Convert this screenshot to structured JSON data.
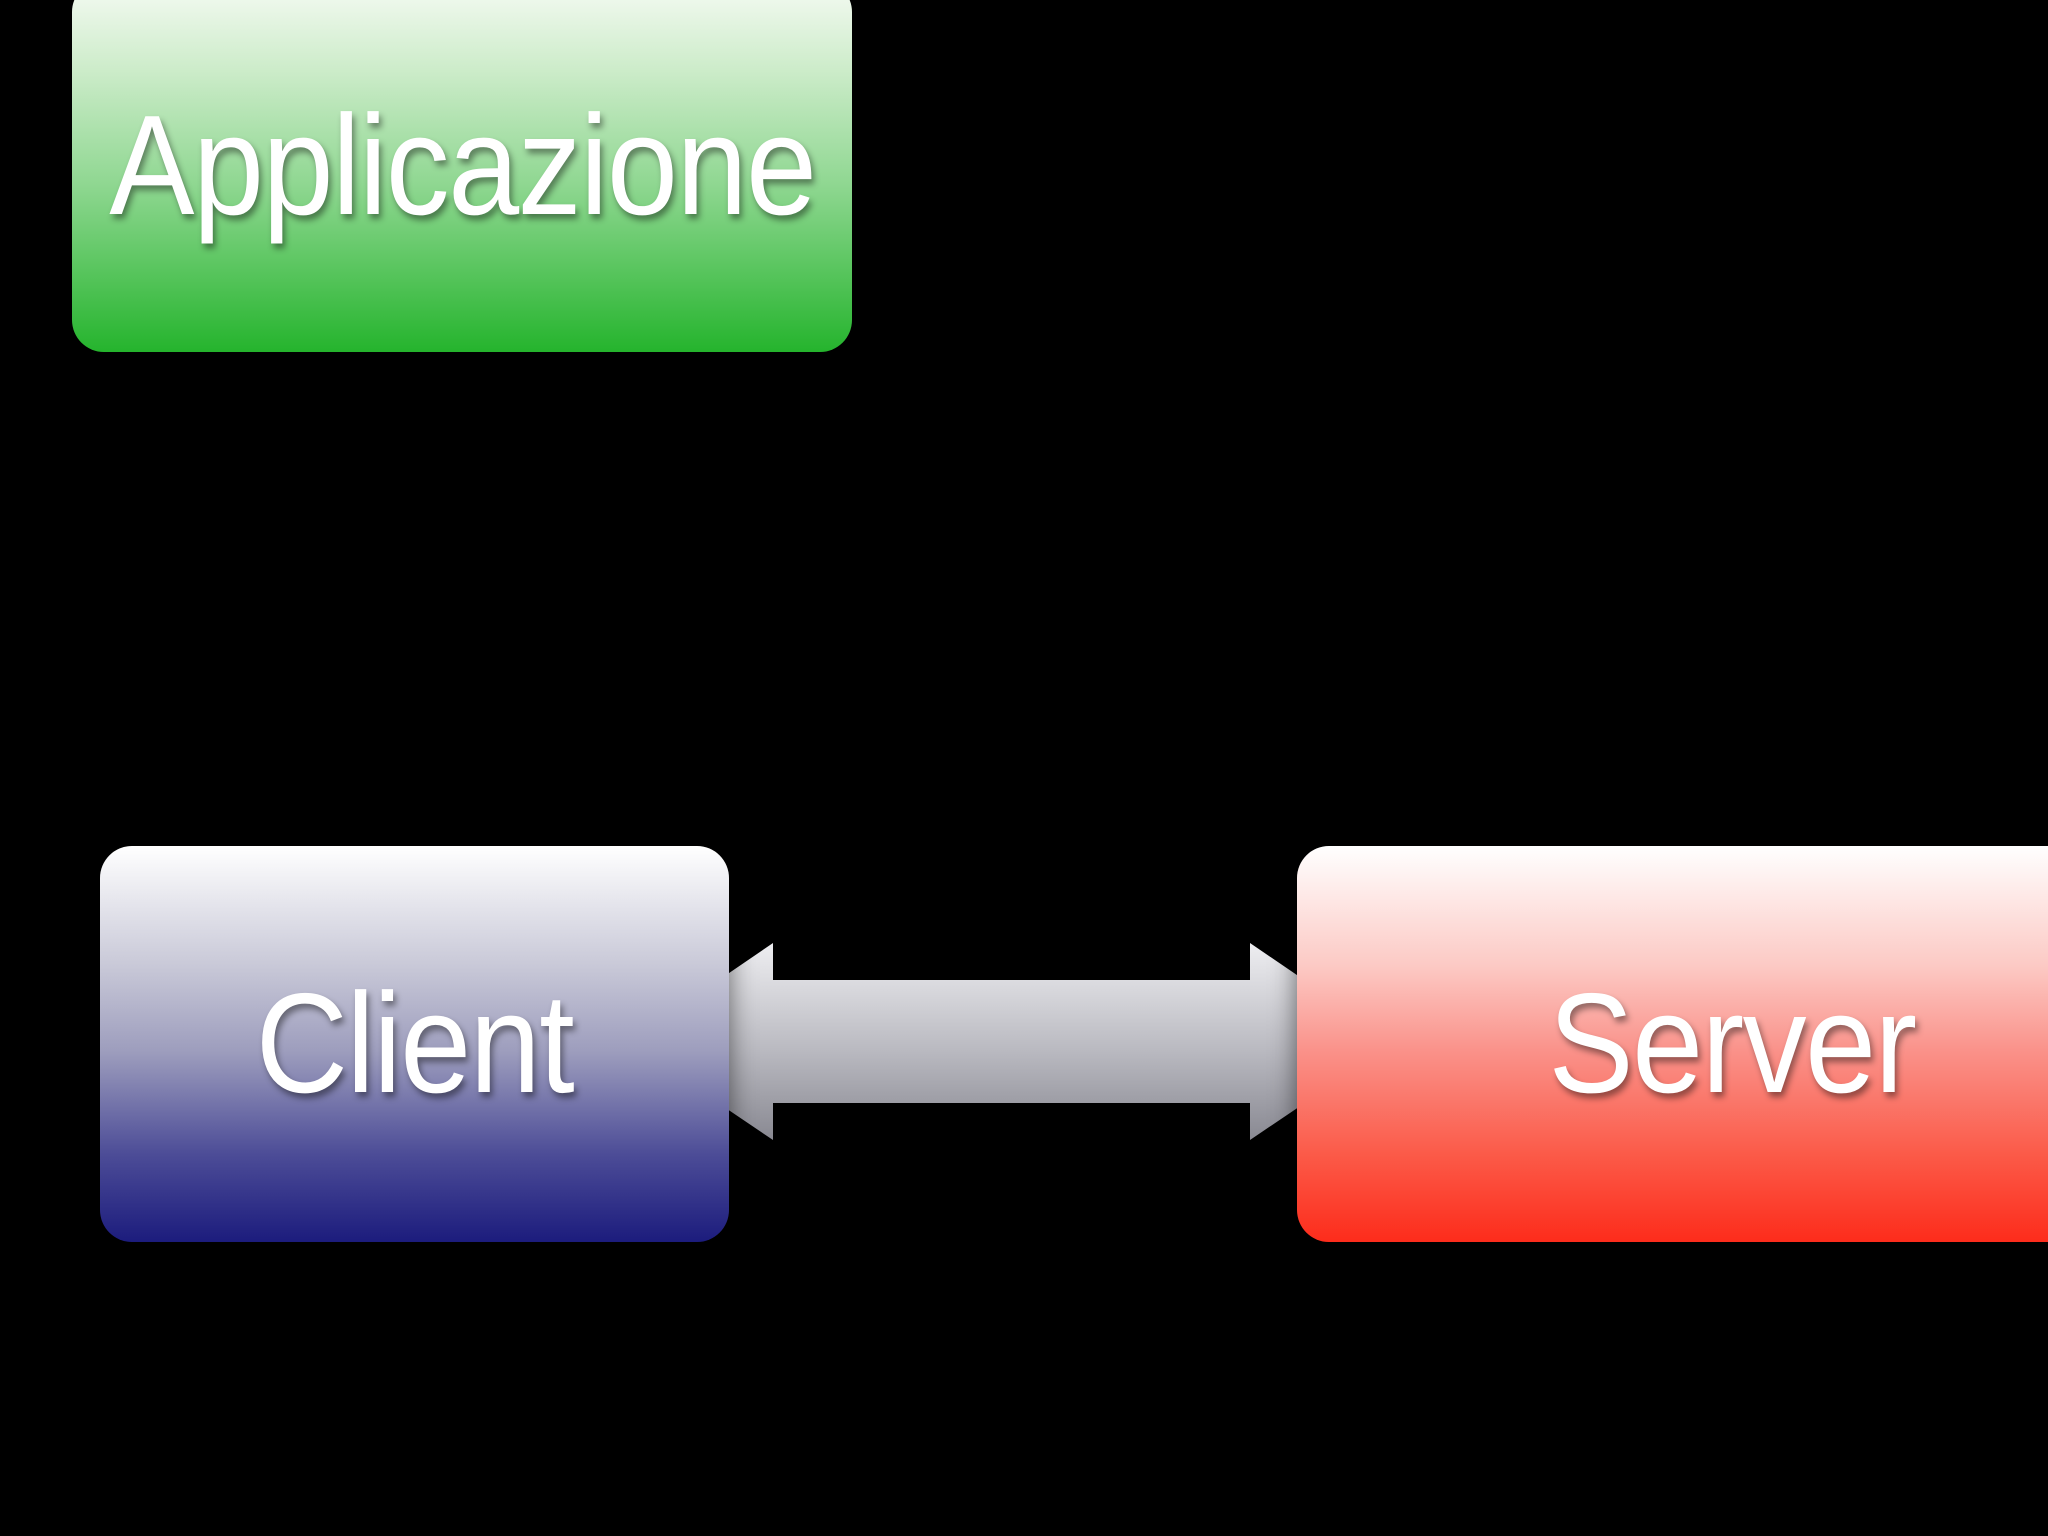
{
  "slide": {
    "background_color": "#000000",
    "text_color": "#ffffff",
    "nodes": [
      {
        "id": "applicazione",
        "label": "Applicazione",
        "shape": "rounded-rectangle",
        "position": "top-left, clipped by top edge of slide",
        "gradient_top": "#f6fbf4",
        "gradient_bottom": "#25b42d"
      },
      {
        "id": "client",
        "label": "Client",
        "shape": "rounded-rectangle",
        "position": "middle-left",
        "gradient_top": "#ffffff",
        "gradient_mid": "#9d9dbd",
        "gradient_bottom": "#1c1c7d"
      },
      {
        "id": "server",
        "label": "Server",
        "shape": "rounded-rectangle",
        "position": "middle-right, clipped by right edge of slide",
        "gradient_top": "#ffffff",
        "gradient_mid": "#fa9189",
        "gradient_bottom": "#fd2c1b"
      }
    ],
    "edges": [
      {
        "from": "client",
        "to": "server",
        "type": "double-headed-horizontal-arrow",
        "gradient_top": "#eeeef1",
        "gradient_bottom": "#898992"
      }
    ]
  }
}
